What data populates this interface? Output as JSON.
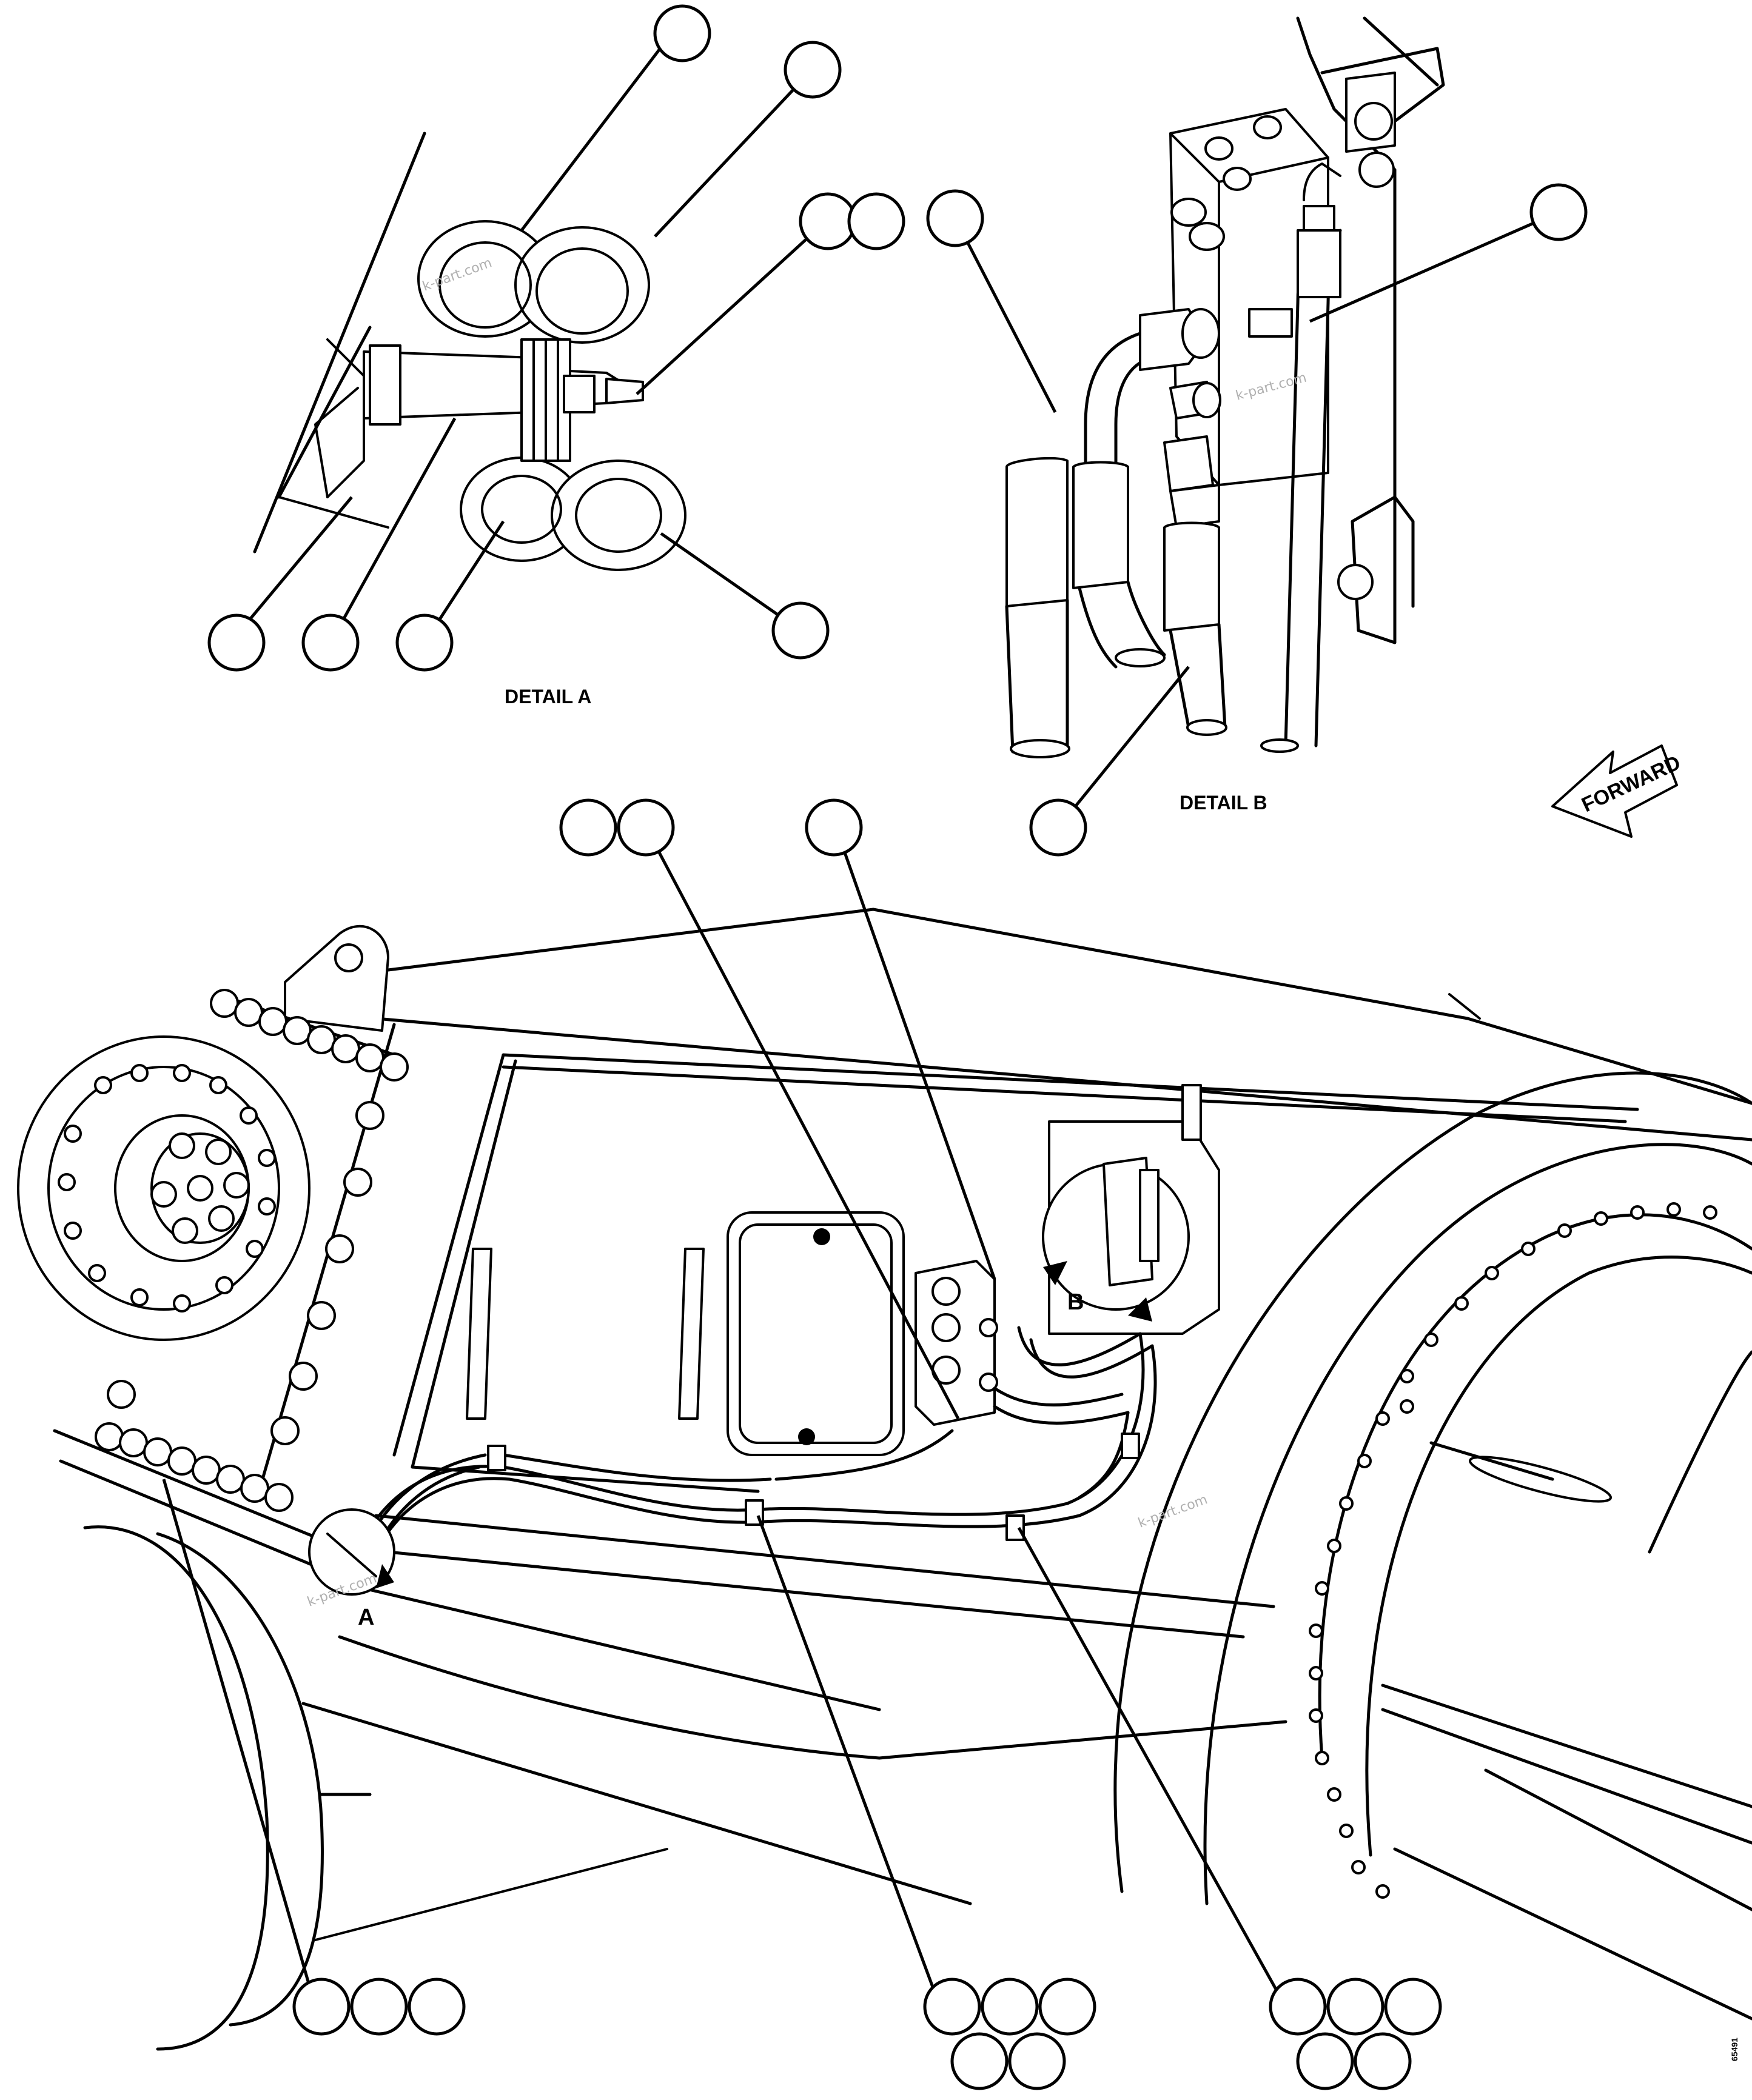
{
  "labels": {
    "detail_a": "DETAIL A",
    "detail_b": "DETAIL B",
    "forward": "FORWARD",
    "view_a": "A",
    "view_b": "B",
    "drawing_number": "65491"
  },
  "watermark": "k-part.com",
  "colors": {
    "line": "#000000",
    "background": "#ffffff",
    "watermark": "#b0b0b0"
  }
}
